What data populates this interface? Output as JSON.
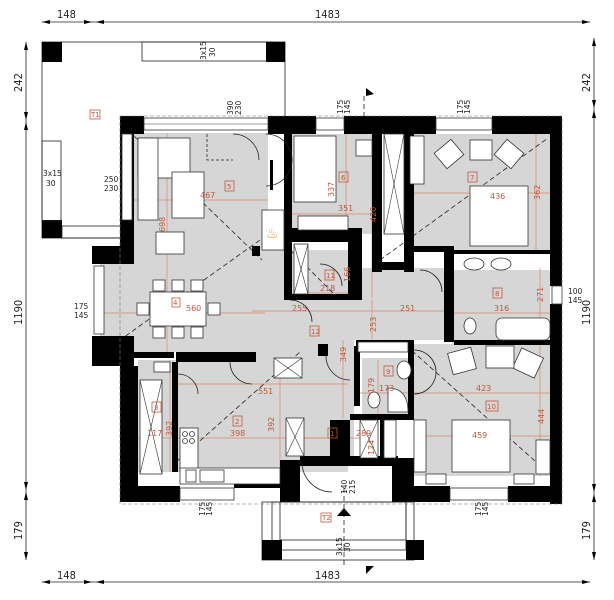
{
  "plan": {
    "overall_dimensions": {
      "top_left_offset": "148",
      "top_width": "1483",
      "bottom_left_offset": "148",
      "bottom_width": "1483",
      "left_top": "242",
      "left_middle": "1190",
      "left_bottom": "179",
      "right_top": "242",
      "right_middle": "1190",
      "right_bottom": "179"
    },
    "rooms": [
      {
        "id": "1",
        "label": "1"
      },
      {
        "id": "2",
        "label": "2"
      },
      {
        "id": "3",
        "label": "3"
      },
      {
        "id": "4",
        "label": "4"
      },
      {
        "id": "5",
        "label": "5"
      },
      {
        "id": "6",
        "label": "6"
      },
      {
        "id": "7",
        "label": "7"
      },
      {
        "id": "8",
        "label": "8"
      },
      {
        "id": "9",
        "label": "9"
      },
      {
        "id": "10",
        "label": "10"
      },
      {
        "id": "11",
        "label": "11"
      },
      {
        "id": "12",
        "label": "12"
      },
      {
        "id": "T1",
        "label": "T1"
      },
      {
        "id": "T2",
        "label": "T2"
      }
    ],
    "room_dimensions": {
      "r5_width": "467",
      "r5_height": "698",
      "r4_width": "560",
      "r6_width": "351",
      "r6_height": "337",
      "r6_420": "420",
      "r7_width": "436",
      "r7_height": "362",
      "r11_width": "218",
      "r11_height": "166",
      "r12_left": "255",
      "r12_right": "251",
      "r12_mid": "253",
      "r12_349": "349",
      "r8_width": "316",
      "r8_height": "271",
      "r3_width": "117",
      "r3_height": "392",
      "r2_width": "398",
      "r2_height": "392",
      "r2_551": "551",
      "r1_width": "289",
      "r1_height": "124",
      "r9_width": "173",
      "r9_height": "179",
      "r10_width": "423",
      "r10_height": "444",
      "r10_459": "459"
    },
    "window_dimensions": {
      "w_top_terrace_a": "3x15",
      "w_top_terrace_b": "30",
      "w_living_a": "390",
      "w_living_b": "230",
      "w_left_a": "250",
      "w_left_b": "230",
      "w_terrace_side_a": "3x15",
      "w_terrace_side_b": "30",
      "w_dining_a": "175",
      "w_dining_b": "145",
      "w_room6_a": "175",
      "w_room6_b": "145",
      "w_room7_a": "175",
      "w_room7_b": "145",
      "w_bath_a": "100",
      "w_bath_b": "145",
      "w_kitchen_a": "175",
      "w_kitchen_b": "145",
      "w_room10_a": "175",
      "w_room10_b": "145",
      "w_entry_a": "140",
      "w_entry_b": "215",
      "w_entry_steps_a": "3x15",
      "w_entry_steps_b": "30"
    },
    "icons": {
      "fireplace": "fireplace-icon",
      "section_arrow": "section-marker-icon"
    },
    "colors": {
      "wall": "#000000",
      "floor": "#d6d6d6",
      "dimension_red": "#c0583a"
    }
  }
}
